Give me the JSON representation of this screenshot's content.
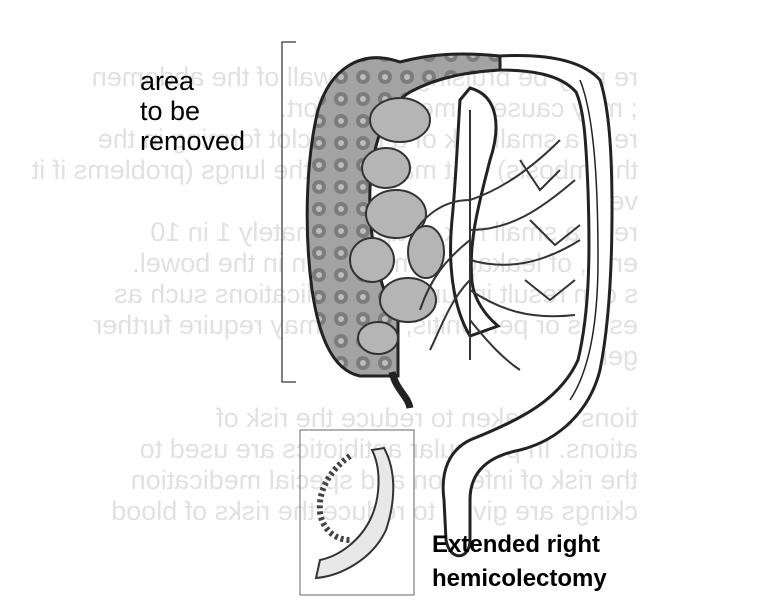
{
  "bleed_through": {
    "lines": [
      "re may be bruising to the wall of the abdomen",
      "; may cause some discomfort.",
      "re is a small risk of a blood clot forming in the",
      "thrombosis) that may go to the lungs (problems if it",
      "ves.",
      "re is a small risk of approximately 1 in 10",
      "ents, of leakage from the join in the bowel.",
      "s can result in further complications such as",
      "esses or peritonitis, which may require further",
      "gery.",
      "",
      "tions are taken to reduce the risk of",
      "ations. In particular antibiotics are used to",
      "the risk of infection and special medication",
      "ckings are given to reduce the risks of blood"
    ]
  },
  "labels": {
    "area_line1": "area",
    "area_line2": "to be",
    "area_line3": "removed",
    "caption_line1": "Extended right",
    "caption_line2": "hemicolectomy"
  },
  "colors": {
    "ink": "#222222",
    "shaded": "#9a9a9a",
    "bleed": "#c9c9c9"
  }
}
